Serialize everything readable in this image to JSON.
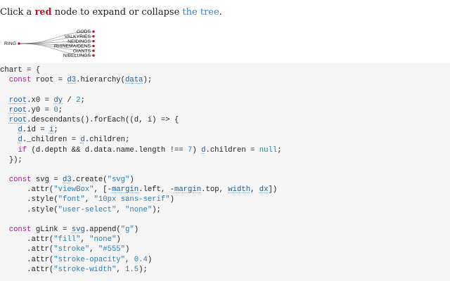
{
  "intro": {
    "prefix": "Click a ",
    "red_word": "red",
    "middle": " node to expand or collapse ",
    "link": "the tree",
    "suffix": "."
  },
  "tree": {
    "root_label": "RING",
    "children": [
      "GODS",
      "VALKYRIES",
      "NEIDINGS",
      "RHINEMAIDENS",
      "GIANTS",
      "NIBELUNGS"
    ],
    "node_color": "#b2182b",
    "link_color": "#555555"
  },
  "code": {
    "background": "#f5f5f5",
    "lines": [
      [
        [
          "chart = {",
          ""
        ]
      ],
      [
        [
          "  ",
          ""
        ],
        [
          "const",
          "kw"
        ],
        [
          " root = ",
          ""
        ],
        [
          "d3",
          "ref"
        ],
        [
          ".hierarchy(",
          ""
        ],
        [
          "data",
          "ref"
        ],
        [
          ");",
          ""
        ]
      ],
      [
        [
          "",
          ""
        ]
      ],
      [
        [
          "  ",
          ""
        ],
        [
          "root",
          "ref"
        ],
        [
          ".x0 = ",
          ""
        ],
        [
          "dy",
          "ref"
        ],
        [
          " / ",
          ""
        ],
        [
          "2",
          "num"
        ],
        [
          ";",
          ""
        ]
      ],
      [
        [
          "  ",
          ""
        ],
        [
          "root",
          "ref"
        ],
        [
          ".y0 = ",
          ""
        ],
        [
          "0",
          "num"
        ],
        [
          ";",
          ""
        ]
      ],
      [
        [
          "  ",
          ""
        ],
        [
          "root",
          "ref"
        ],
        [
          ".descendants().forEach((d, i) => {",
          ""
        ]
      ],
      [
        [
          "    ",
          ""
        ],
        [
          "d",
          "ref"
        ],
        [
          ".id = ",
          ""
        ],
        [
          "i",
          "ref"
        ],
        [
          ";",
          ""
        ]
      ],
      [
        [
          "    ",
          ""
        ],
        [
          "d",
          "ref"
        ],
        [
          "._children = ",
          ""
        ],
        [
          "d",
          "ref"
        ],
        [
          ".children;",
          ""
        ]
      ],
      [
        [
          "    ",
          ""
        ],
        [
          "if",
          "kw"
        ],
        [
          " (d.depth && d.data.name.length !== ",
          ""
        ],
        [
          "7",
          "num"
        ],
        [
          ") ",
          ""
        ],
        [
          "d",
          "ref"
        ],
        [
          ".children = ",
          ""
        ],
        [
          "null",
          "lit"
        ],
        [
          ";",
          ""
        ]
      ],
      [
        [
          "  });",
          ""
        ]
      ],
      [
        [
          "",
          ""
        ]
      ],
      [
        [
          "  ",
          ""
        ],
        [
          "const",
          "kw"
        ],
        [
          " svg = ",
          ""
        ],
        [
          "d3",
          "ref"
        ],
        [
          ".create(",
          ""
        ],
        [
          "\"svg\"",
          "str"
        ],
        [
          ")",
          ""
        ]
      ],
      [
        [
          "      .attr(",
          ""
        ],
        [
          "\"viewBox\"",
          "str"
        ],
        [
          ", [-",
          ""
        ],
        [
          "margin",
          "ref"
        ],
        [
          ".left, -",
          ""
        ],
        [
          "margin",
          "ref"
        ],
        [
          ".top, ",
          ""
        ],
        [
          "width",
          "ref"
        ],
        [
          ", ",
          ""
        ],
        [
          "dx",
          "ref"
        ],
        [
          "])",
          ""
        ]
      ],
      [
        [
          "      .style(",
          ""
        ],
        [
          "\"font\"",
          "str"
        ],
        [
          ", ",
          ""
        ],
        [
          "\"10px sans-serif\"",
          "str"
        ],
        [
          ")",
          ""
        ]
      ],
      [
        [
          "      .style(",
          ""
        ],
        [
          "\"user-select\"",
          "str"
        ],
        [
          ", ",
          ""
        ],
        [
          "\"none\"",
          "str"
        ],
        [
          ");",
          ""
        ]
      ],
      [
        [
          "",
          ""
        ]
      ],
      [
        [
          "  ",
          ""
        ],
        [
          "const",
          "kw"
        ],
        [
          " gLink = ",
          ""
        ],
        [
          "svg",
          "ref"
        ],
        [
          ".append(",
          ""
        ],
        [
          "\"g\"",
          "str"
        ],
        [
          ")",
          ""
        ]
      ],
      [
        [
          "      .attr(",
          ""
        ],
        [
          "\"fill\"",
          "str"
        ],
        [
          ", ",
          ""
        ],
        [
          "\"none\"",
          "str"
        ],
        [
          ")",
          ""
        ]
      ],
      [
        [
          "      .attr(",
          ""
        ],
        [
          "\"stroke\"",
          "str"
        ],
        [
          ", ",
          ""
        ],
        [
          "\"#555\"",
          "str"
        ],
        [
          ")",
          ""
        ]
      ],
      [
        [
          "      .attr(",
          ""
        ],
        [
          "\"stroke-opacity\"",
          "str"
        ],
        [
          ", ",
          ""
        ],
        [
          "0.4",
          "num"
        ],
        [
          ")",
          ""
        ]
      ],
      [
        [
          "      .attr(",
          ""
        ],
        [
          "\"stroke-width\"",
          "str"
        ],
        [
          ", ",
          ""
        ],
        [
          "1.5",
          "num"
        ],
        [
          ");",
          ""
        ]
      ]
    ]
  }
}
